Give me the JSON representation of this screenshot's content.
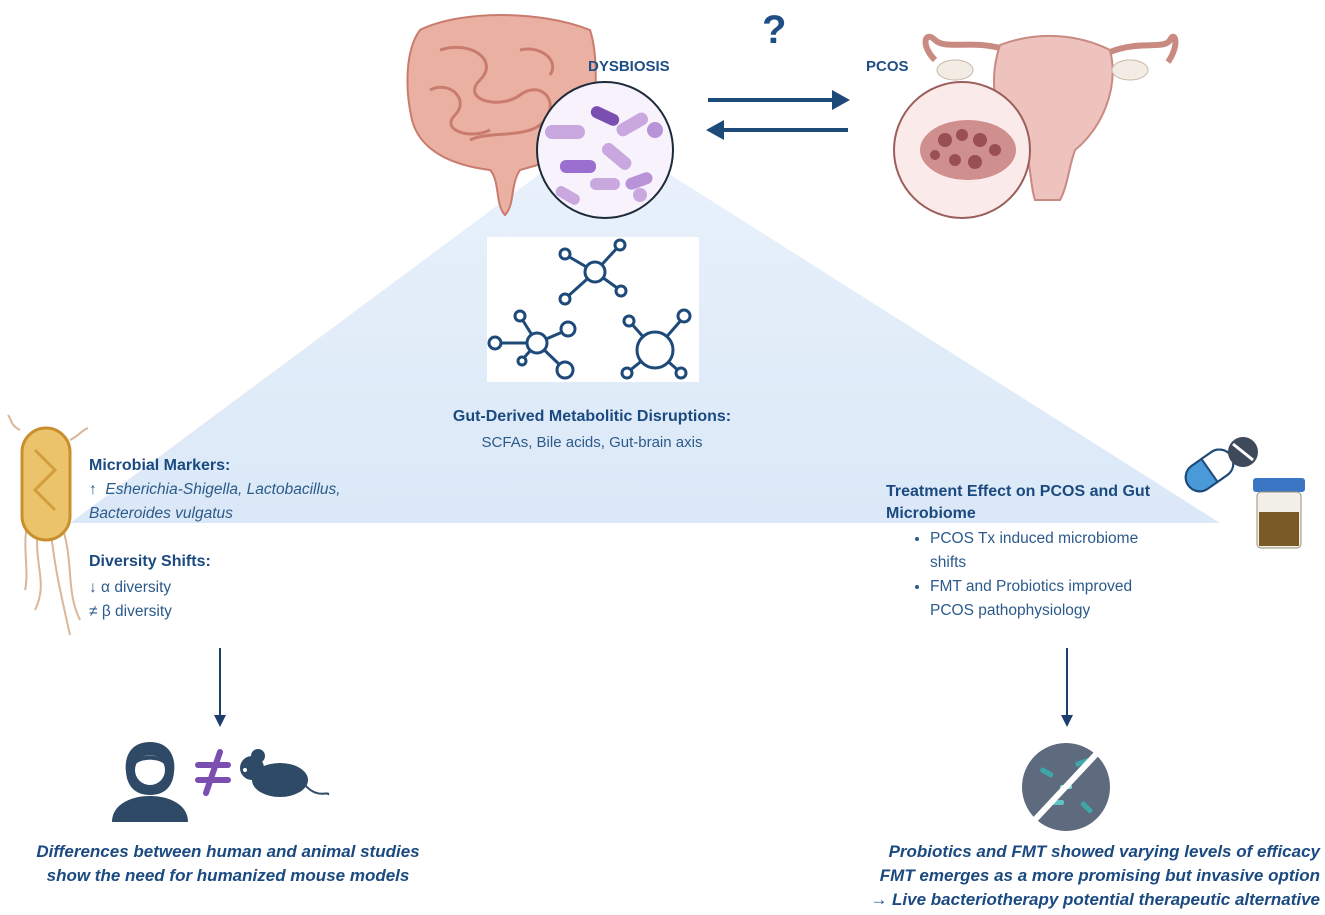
{
  "diagram": {
    "dysbiosis_label": "DYSBIOSIS",
    "pcos_label": "PCOS",
    "question_mark": "?",
    "metabolic": {
      "title": "Gut-Derived Metabolitic Disruptions:",
      "subtitle": "SCFAs, Bile acids, Gut-brain axis"
    },
    "left": {
      "markers_title": "Microbial Markers:",
      "markers_prefix": "↑",
      "markers_line1": "Esherichia-Shigella, Lactobacillus,",
      "markers_line2": "Bacteroides vulgatus",
      "diversity_title": "Diversity Shifts:",
      "diversity_alpha": "↓  α diversity",
      "diversity_beta": "≠  β diversity",
      "conclusion_line1": "Differences between human and animal studies",
      "conclusion_line2": "show the need for humanized mouse models"
    },
    "right": {
      "treatment_title_line1": "Treatment Effect on PCOS and Gut",
      "treatment_title_line2": "Microbiome",
      "bullets": [
        {
          "line1": "PCOS Tx induced microbiome",
          "line2": "shifts"
        },
        {
          "line1": "FMT and Probiotics improved",
          "line2": "PCOS pathophysiology"
        }
      ],
      "conclusion_line1": "Probiotics and FMT showed varying levels of efficacy",
      "conclusion_line2": "FMT emerges as a more promising but invasive option",
      "conclusion_line3": "→ Live bacteriotherapy potential therapeutic alternative"
    },
    "colors": {
      "navy": "#1b4a80",
      "triangle": "#dbe9f8",
      "intestine": "#e8a79a",
      "bacteria": "#c9a8e0",
      "purple": "#7b4fb0"
    }
  }
}
